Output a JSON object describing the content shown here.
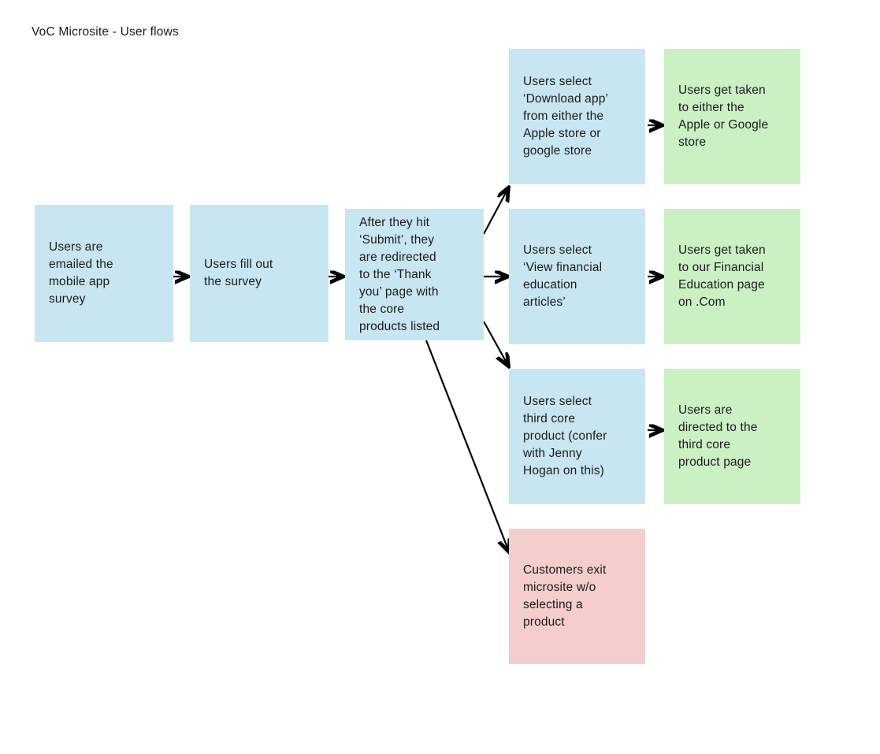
{
  "title": "VoC Microsite - User flows",
  "colors": {
    "blue": "#c7e6f2",
    "green": "#caf0c4",
    "pink": "#f4cdcd",
    "text": "#1b1b1b",
    "edge": "#000000",
    "background": "#ffffff"
  },
  "nodes": {
    "email_survey": {
      "text": "Users are\nemailed the\nmobile app\nsurvey",
      "fill": "blue"
    },
    "fill_survey": {
      "text": "Users fill out\nthe survey",
      "fill": "blue"
    },
    "thank_you": {
      "text": "After they hit\n‘Submit’, they\nare redirected\nto the ‘Thank\nyou’ page with\nthe core\nproducts listed",
      "fill": "blue"
    },
    "download_app": {
      "text": "Users select\n‘Download app’\nfrom either the\nApple store or\ngoogle store",
      "fill": "blue"
    },
    "app_store_result": {
      "text": "Users get taken\nto either the\nApple or Google\nstore",
      "fill": "green"
    },
    "fin_ed_articles": {
      "text": "Users select\n‘View financial\neducation\narticles’",
      "fill": "blue"
    },
    "fin_ed_result": {
      "text": "Users get taken\nto our Financial\nEducation page\non .Com",
      "fill": "green"
    },
    "third_product": {
      "text": "Users select\nthird core\nproduct (confer\nwith Jenny\nHogan on this)",
      "fill": "blue"
    },
    "third_result": {
      "text": "Users are\ndirected to the\nthird core\nproduct page",
      "fill": "green"
    },
    "exit_microsite": {
      "text": "Customers exit\nmicrosite w/o\nselecting a\nproduct",
      "fill": "pink"
    }
  },
  "edges": [
    {
      "name": "email-to-fill",
      "kind": "horizontal"
    },
    {
      "name": "fill-to-thankyou",
      "kind": "horizontal"
    },
    {
      "name": "thankyou-to-download",
      "kind": "diagonal-up"
    },
    {
      "name": "thankyou-to-financial",
      "kind": "horizontal"
    },
    {
      "name": "thankyou-to-thirdproduct",
      "kind": "diagonal-down"
    },
    {
      "name": "thankyou-to-exit",
      "kind": "diagonal-down-long"
    },
    {
      "name": "download-to-store",
      "kind": "horizontal"
    },
    {
      "name": "financial-to-page",
      "kind": "horizontal"
    },
    {
      "name": "thirdproduct-to-page",
      "kind": "horizontal"
    }
  ]
}
